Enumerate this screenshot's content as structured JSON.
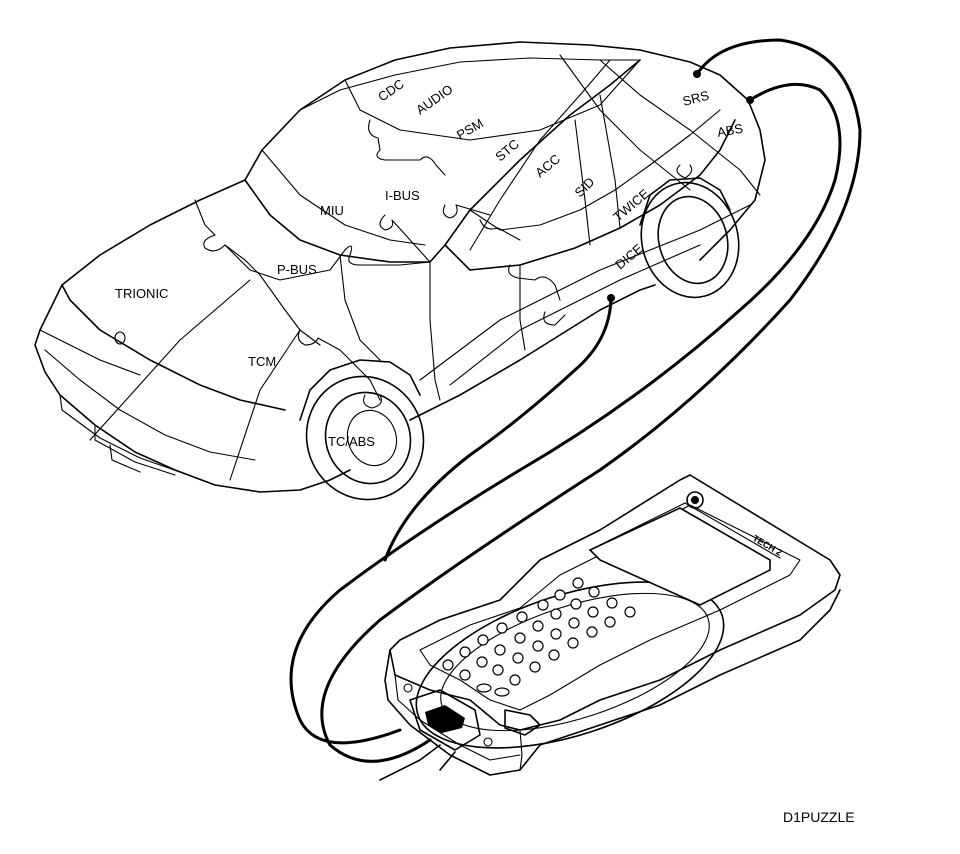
{
  "modules": {
    "trionic": "TRIONIC",
    "p_bus": "P-BUS",
    "miu": "MIU",
    "i_bus": "I-BUS",
    "cdc": "CDC",
    "audio": "AUDIO",
    "psm": "PSM",
    "stc": "STC",
    "acc": "ACC",
    "sid": "SID",
    "twice": "TWICE",
    "dice": "DICE",
    "srs": "SRS",
    "abs": "ABS",
    "tcm": "TCM",
    "tc_abs": "TC/ABS"
  },
  "tool": {
    "label": "TECH 2"
  },
  "caption": "D1PUZZLE"
}
